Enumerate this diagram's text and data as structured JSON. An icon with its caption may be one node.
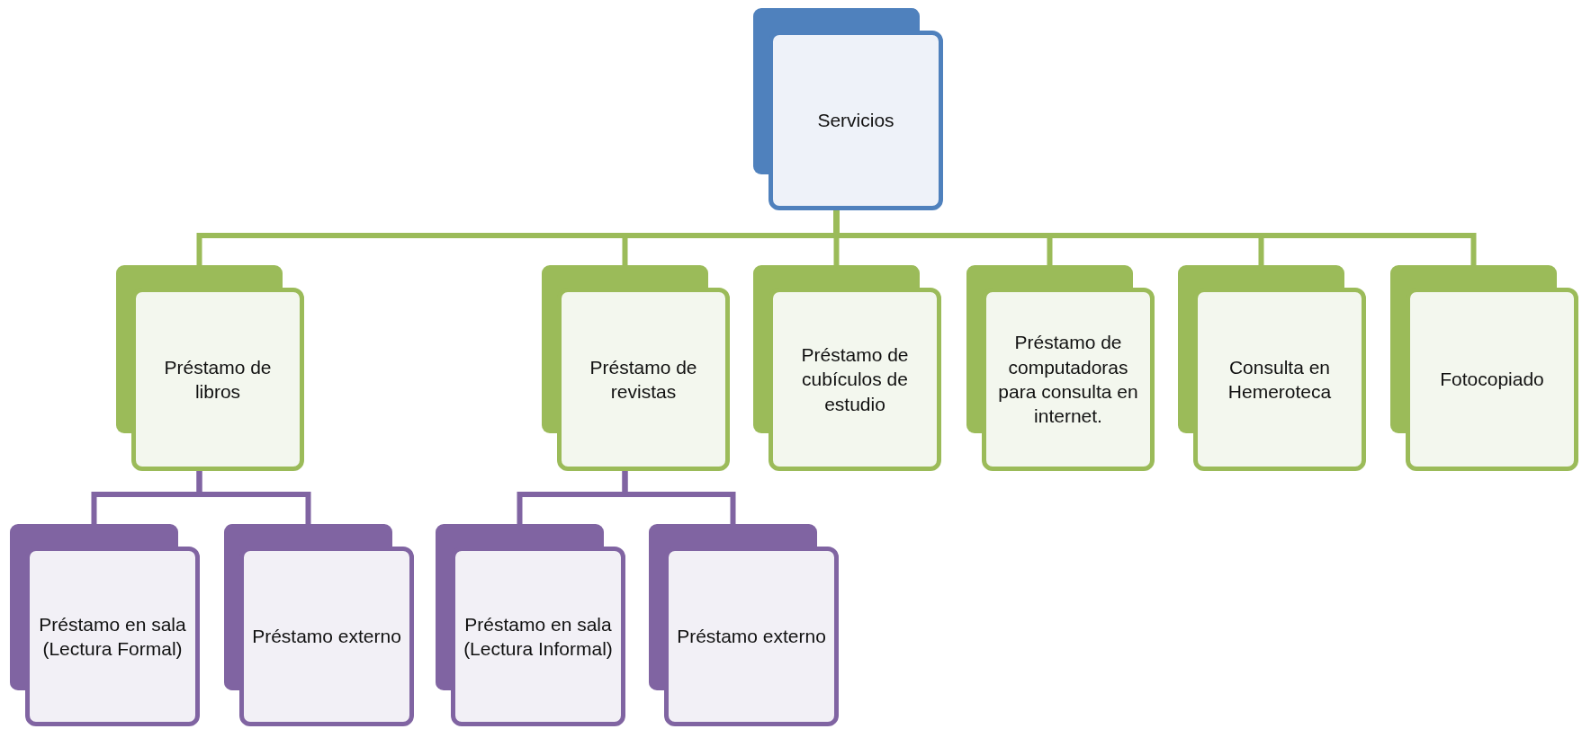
{
  "diagram": {
    "nodes": [
      {
        "text": [
          "Servicios"
        ]
      },
      {
        "text": [
          "Préstamo de libros"
        ]
      },
      {
        "text": [
          "Préstamo de revistas"
        ]
      },
      {
        "text": [
          "Préstamo de cubículos de estudio"
        ]
      },
      {
        "text": [
          "Préstamo de computadoras para consulta en internet."
        ]
      },
      {
        "text": [
          "Consulta en Hemeroteca"
        ]
      },
      {
        "text": [
          "Fotocopiado"
        ]
      },
      {
        "text": [
          "Préstamo en sala (Lectura Formal)"
        ]
      },
      {
        "text": [
          "Préstamo externo"
        ]
      },
      {
        "text": [
          "Préstamo en sala (Lectura Informal)"
        ]
      },
      {
        "text": [
          "Préstamo externo"
        ]
      }
    ],
    "edges": [
      {
        "from": 0,
        "to": 1,
        "arrow": "none"
      },
      {
        "from": 0,
        "to": 2,
        "arrow": "none"
      },
      {
        "from": 0,
        "to": 3,
        "arrow": "none"
      },
      {
        "from": 0,
        "to": 4,
        "arrow": "none"
      },
      {
        "from": 0,
        "to": 5,
        "arrow": "none"
      },
      {
        "from": 0,
        "to": 6,
        "arrow": "none"
      },
      {
        "from": 1,
        "to": 7,
        "arrow": "none",
        "color": "#8064a2"
      },
      {
        "from": 1,
        "to": 8,
        "arrow": "none",
        "color": "#8064a2"
      },
      {
        "from": 2,
        "to": 9,
        "arrow": "none",
        "color": "#8064a2"
      },
      {
        "from": 2,
        "to": 10,
        "arrow": "none",
        "color": "#8064a2"
      }
    ]
  }
}
